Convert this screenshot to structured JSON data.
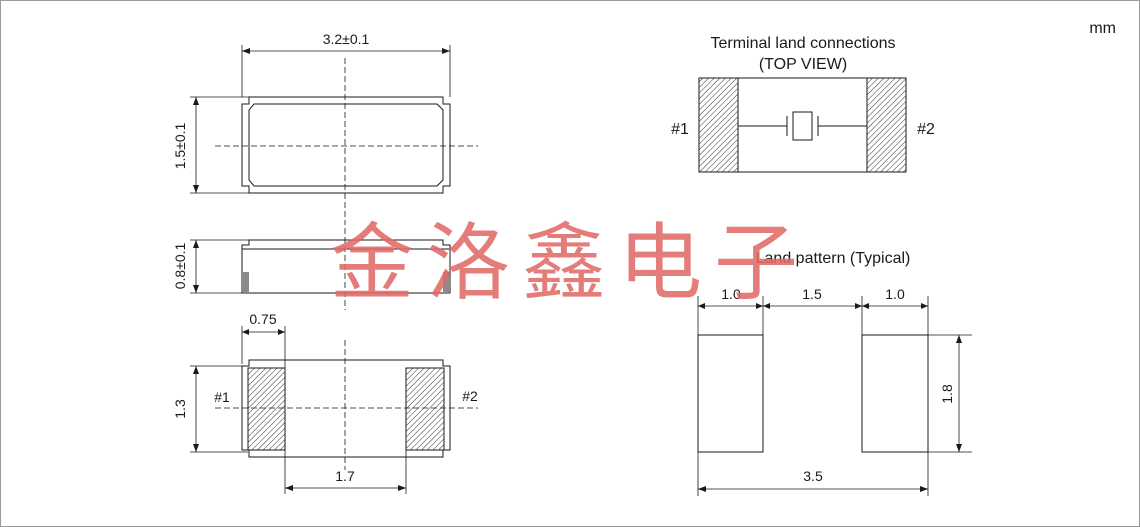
{
  "unit": "mm",
  "watermark": "金洛鑫电子",
  "top_view": {
    "width_dim": "3.2±0.1",
    "height_dim": "1.5±0.1"
  },
  "side_view": {
    "height_dim": "0.8±0.1"
  },
  "bottom_view": {
    "pad_width_dim": "0.75",
    "pad_height_dim": "1.3",
    "pad_gap_dim": "1.7",
    "pin1": "#1",
    "pin2": "#2"
  },
  "terminal_connections": {
    "title": "Terminal land connections",
    "subtitle": "(TOP VIEW)",
    "pin1": "#1",
    "pin2": "#2"
  },
  "land_pattern": {
    "title": "Land pattern (Typical)",
    "pad_width_left": "1.0",
    "gap": "1.5",
    "pad_width_right": "1.0",
    "pad_height": "1.8",
    "total_width": "3.5"
  },
  "colors": {
    "line": "#1a1a1a",
    "watermark": "#e06a66",
    "frame": "#9a9a9a"
  }
}
